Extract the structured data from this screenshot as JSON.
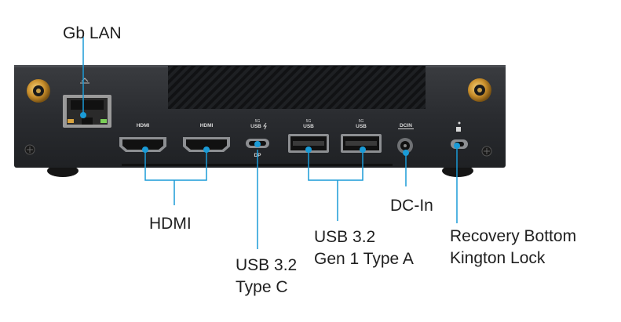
{
  "callouts": {
    "gb_lan": "Gb LAN",
    "hdmi": "HDMI",
    "usb_c_line1": "USB 3.2",
    "usb_c_line2": "Type C",
    "usb_a_line1": "USB 3.2",
    "usb_a_line2": "Gen 1 Type A",
    "dc_in": "DC-In",
    "lock_line1": "Recovery Bottom",
    "lock_line2": "Kington Lock"
  },
  "port_marks": {
    "hdmi_1": "HDMI",
    "hdmi_2": "HDMI",
    "usb_c_speed": "5G",
    "usb_c": "USB",
    "usb_c_dp": "DP",
    "usb_a1_speed": "5G",
    "usb_a1": "USB",
    "usb_a2_speed": "5G",
    "usb_a2": "USB",
    "dcin": "DCIN"
  },
  "colors": {
    "leader_line": "#1a9bd7",
    "chassis": "#2b2d31",
    "label_text": "#1f1f1f"
  }
}
